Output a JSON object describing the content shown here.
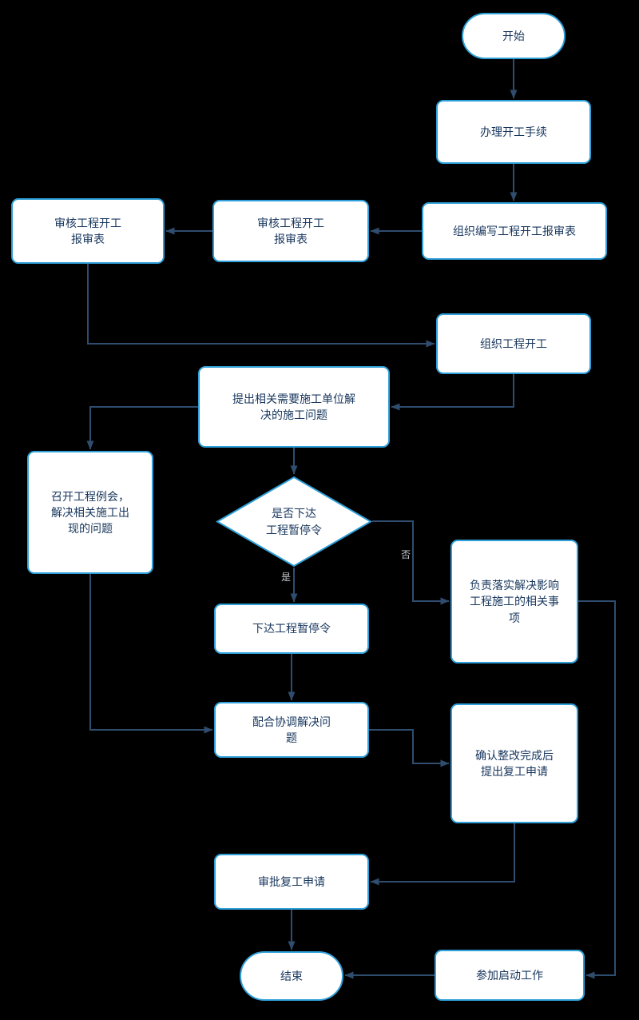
{
  "colors": {
    "background": "#000000",
    "node_fill": "#ffffff",
    "node_border": "#2e9fd8",
    "node_text": "#17365d",
    "connector": "#2f4d6e",
    "edge_label": "#c6cbd1"
  },
  "nodes": {
    "start": {
      "label": "开始",
      "type": "terminator"
    },
    "handle_start_procedures": {
      "label": "办理开工手续",
      "type": "process"
    },
    "organize_compile_report": {
      "label": "组织编写工程开工报审表",
      "type": "process"
    },
    "review_report_1": {
      "label": "审核工程开工\n报审表",
      "type": "process"
    },
    "review_report_2": {
      "label": "审核工程开工\n报审表",
      "type": "process"
    },
    "organize_commencement": {
      "label": "组织工程开工",
      "type": "process"
    },
    "raise_issues": {
      "label": "提出相关需要施工单位解\n决的施工问题",
      "type": "process"
    },
    "hold_meeting": {
      "label": "召开工程例会，\n解决相关施工出\n现的问题",
      "type": "process"
    },
    "decision_suspend": {
      "label": "是否下达\n工程暂停令",
      "type": "decision"
    },
    "issue_suspension": {
      "label": "下达工程暂停令",
      "type": "process"
    },
    "implement_solutions": {
      "label": "负责落实解决影响\n工程施工的相关事\n项",
      "type": "process"
    },
    "coordinate_solve": {
      "label": "配合协调解决问\n题",
      "type": "process"
    },
    "confirm_rectification": {
      "label": "确认整改完成后\n提出复工申请",
      "type": "process"
    },
    "approve_resumption": {
      "label": "审批复工申请",
      "type": "process"
    },
    "end": {
      "label": "结束",
      "type": "terminator"
    },
    "join_startup": {
      "label": "参加启动工作",
      "type": "process"
    }
  },
  "edge_labels": {
    "yes": "是",
    "no": "否"
  }
}
